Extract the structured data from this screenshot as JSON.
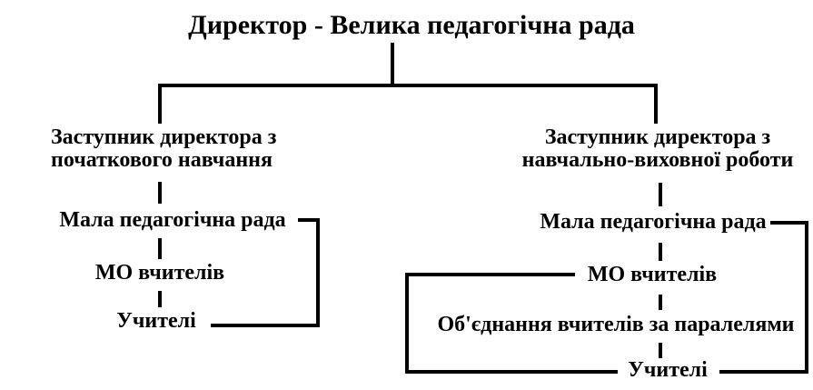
{
  "diagram": {
    "title": "Директор - Велика педагогічна рада",
    "left_branch": {
      "deputy": {
        "line1": "Заступник директора з",
        "line2": "початкового навчання"
      },
      "small_council": "Мала педагогічна рада",
      "mo_teachers": "МО вчителів",
      "teachers": "Учителі"
    },
    "right_branch": {
      "deputy": {
        "line1": "Заступник директора з",
        "line2": "навчально-виховної роботи"
      },
      "small_council": "Мала педагогічна рада",
      "mo_teachers": "МО вчителів",
      "teachers_association": "Об'єднання вчителів за паралелями",
      "teachers": "Учителі"
    },
    "colors": {
      "line_color": "#000000",
      "text_color": "#000000",
      "background": "#ffffff"
    }
  }
}
